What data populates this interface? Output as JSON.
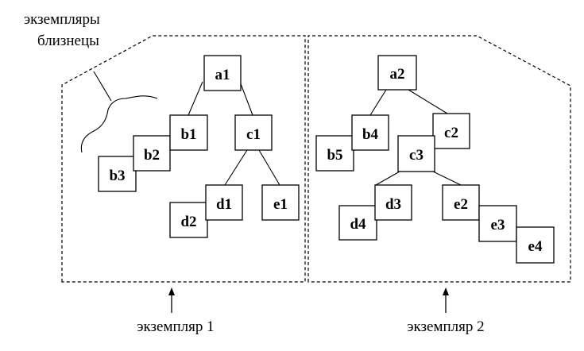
{
  "labels": {
    "twins_line1": "экземпляры",
    "twins_line2": "близнецы",
    "instance1": "экземпляр 1",
    "instance2": "экземпляр 2"
  },
  "nodes": {
    "a1": "a1",
    "b1": "b1",
    "b2": "b2",
    "b3": "b3",
    "c1": "c1",
    "d1": "d1",
    "d2": "d2",
    "e1": "e1",
    "a2": "a2",
    "b4": "b4",
    "b5": "b5",
    "c2": "c2",
    "c3": "c3",
    "d3": "d3",
    "d4": "d4",
    "e2": "e2",
    "e3": "e3",
    "e4": "e4"
  }
}
